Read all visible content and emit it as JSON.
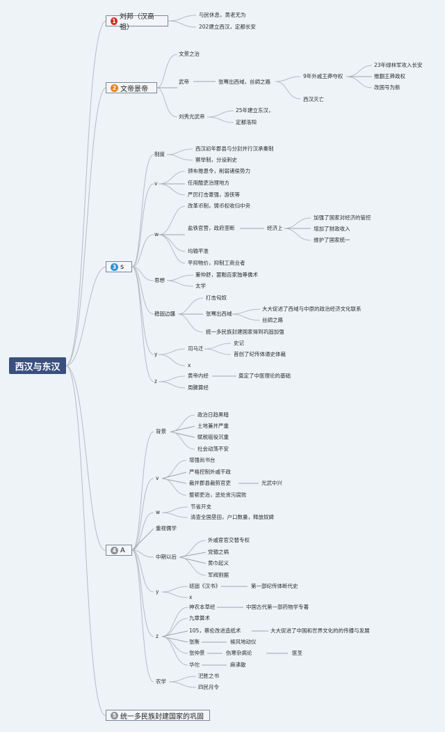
{
  "root": "西汉与东汉",
  "colors": {
    "root_bg": "#3a4f7e",
    "badge1": "#d62b1e",
    "badge2": "#e8801a",
    "badge3": "#2d8fd5",
    "badge4": "#8e9295",
    "badge5": "#8e9295",
    "line": "#b3bbc2"
  },
  "topics": [
    {
      "num": "1",
      "label": "刘邦（汉高祖）",
      "children": [
        "与民休息，黄老无为",
        "202建立西汉，定都长安"
      ]
    },
    {
      "num": "2",
      "label": "文帝景帝",
      "children": {
        "a": "文景之治",
        "b": "武帝",
        "b1": "张骞出西域，丝绸之路",
        "b2": "9年外戚王莽夺权",
        "b2a": "23年绿林军攻入长安",
        "b2b": "推翻王莽政权",
        "b2c": "改国号为新",
        "b3": "西汉灭亡",
        "c": "刘秀光武帝",
        "c1": "25年建立东汉，",
        "c2": "定都洛阳"
      }
    },
    {
      "num": "3",
      "label": "s",
      "children": {
        "zd": "制度",
        "zd1": "西汉初年郡县与分封并行汉承秦制",
        "zd2": "察举制，分设刺史",
        "v": "v",
        "v1": "颁布推恩令，削弱诸侯势力",
        "v2": "任用酷吏治理地方",
        "v3": "严厉打击豪强，游侠等",
        "w": "w",
        "w1": "改革币制，铸币权收归中央",
        "w2": "盐铁官营，政府垄断",
        "w2a": "经济上",
        "w2a1": "加强了国家对经济的管控",
        "w2a2": "增加了财政收入",
        "w2a3": "维护了国家统一",
        "w3": "均输平准",
        "w4": "平抑物价，抑制工商业者",
        "sx": "思想",
        "sx1": "董仲舒，罢黜百家独尊儒术",
        "sx2": "太学",
        "gb": "稳固边疆",
        "gb1": "打击匈奴",
        "gb2": "张骞出西域",
        "gb2a": "大大促进了西域与中原的政治经济文化联系",
        "gb2b": "丝绸之路",
        "gb3": "统一多民族封建国家得到巩固加强",
        "y": "y",
        "y1": "司马迁",
        "y1a": "史记",
        "y1b": "首创了纪传体通史体裁",
        "y2": "x",
        "z": "z",
        "z1": "黄帝内经",
        "z1a": "奠定了中医理论的基础",
        "z2": "周髀算经"
      }
    },
    {
      "num": "4",
      "label": "A",
      "children": {
        "bj": "背景",
        "bj1": "政治日趋黑暗",
        "bj2": "土地兼并严重",
        "bj3": "赋税徭役沉重",
        "bj4": "社会动荡不安",
        "v": "v",
        "v1": "增强尚书台",
        "v2": "严格控制外戚干政",
        "v3": "裁并郡县裁剪官吏",
        "v3a": "光武中兴",
        "v4": "整顿吏治，惩处贪污腐败",
        "w": "w",
        "w1": "节省开支",
        "w2": "清查全国垦田，户口数量，释放奴婢",
        "rx": "重视儒学",
        "zq": "中期以后",
        "zq1": "外戚宦官交替专权",
        "zq2": "党锢之祸",
        "zq3": "黄巾起义",
        "zq4": "军阀割据",
        "y": "y",
        "y1": "班固《汉书》",
        "y1a": "第一部纪传体断代史",
        "y2": "x",
        "z": "z",
        "z1": "神农本草经",
        "z1a": "中国古代第一部药物学专著",
        "z2": "九章算术",
        "z3": "105，蔡伦改进造纸术",
        "z3a": "大大促进了中国和世界文化的的传播与发展",
        "z4": "张衡",
        "z4a": "候风地动仪",
        "z5": "张仲景",
        "z5a": "伤寒杂病论",
        "z5b": "医圣",
        "z6": "华佗",
        "z6a": "麻沸散",
        "nx": "农学",
        "nx1": "汜胜之书",
        "nx2": "四民月令"
      }
    },
    {
      "num": "5",
      "label": "统一多民族封建国家的巩固"
    }
  ]
}
